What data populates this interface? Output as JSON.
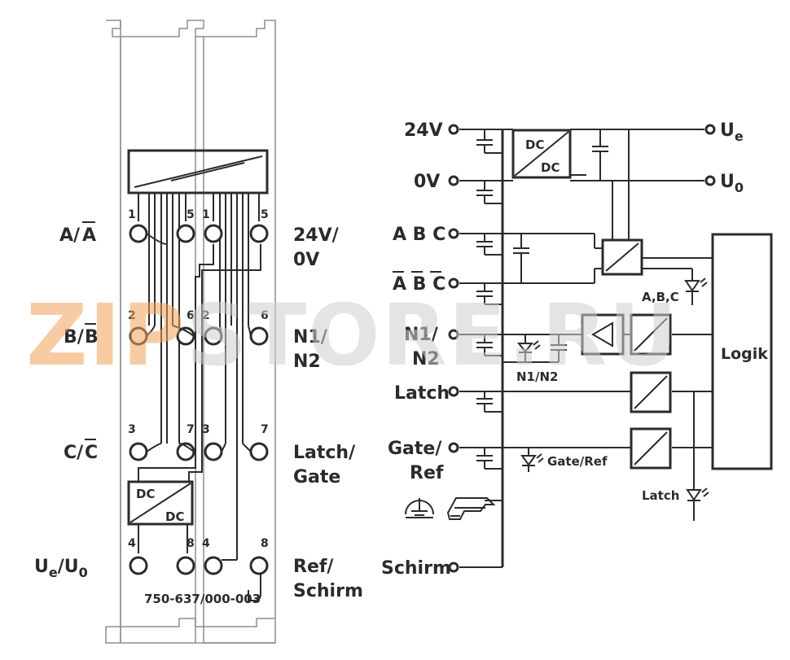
{
  "watermark": {
    "text": "ZIPSTORE.RU",
    "colors": {
      "zip": "#f1a45c",
      "rest": "#cfcfcf"
    }
  },
  "module": {
    "row_labels": [
      {
        "main": "A/",
        "over": "A"
      },
      {
        "main": "B/",
        "over": "B"
      },
      {
        "main": "C/",
        "over": "C"
      }
    ],
    "ue_u0": {
      "u1": "U",
      "s1": "e",
      "sep": "/U",
      "s2": "0"
    },
    "terminal_numbers": [
      "1",
      "5",
      "1",
      "5",
      "2",
      "6",
      "2",
      "6",
      "3",
      "7",
      "3",
      "7",
      "4",
      "8",
      "4",
      "8"
    ],
    "right_labels": [
      {
        "line1": "24V/",
        "line2": "0V"
      },
      {
        "line1": "N1/",
        "line2": "N2"
      },
      {
        "line1": "Latch/",
        "line2": "Gate"
      },
      {
        "line1": "Ref/",
        "line2": "Schirm"
      }
    ],
    "dcdc": {
      "top": "DC",
      "bottom": "DC"
    },
    "part_number": "750-637/000-003"
  },
  "schematic": {
    "inputs": {
      "v24": "24V",
      "v0": "0V",
      "abc": "A B C",
      "abc_bar": "A B C",
      "n1": "N1/",
      "n2": "N2",
      "latch": "Latch",
      "gate": "Gate/",
      "ref": "Ref",
      "schirm": "Schirm"
    },
    "outputs": {
      "ue_u": "U",
      "ue_s": "e",
      "u0_u": "U",
      "u0_s": "0"
    },
    "dcdc": {
      "top": "DC",
      "bottom": "DC"
    },
    "led_labels": {
      "abc": "A,B,C",
      "n1n2": "N1/N2",
      "gate_ref": "Gate/Ref",
      "latch": "Latch"
    },
    "logic_label": "Logik"
  }
}
